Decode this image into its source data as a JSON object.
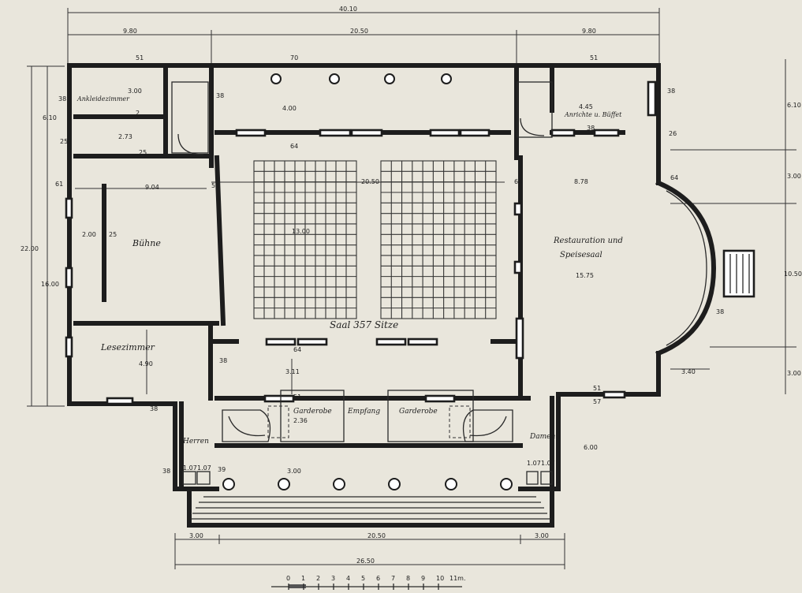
{
  "rooms": {
    "buehne": "Bühne",
    "lesezimmer": "Lesezimmer",
    "ankleide": "Ankleidezimmer",
    "saal": "Saal 357 Sitze",
    "restauration_1": "Restauration und",
    "restauration_2": "Speisesaal",
    "anrichte": "Anrichte u. Büffet",
    "garderobe_l": "Garderobe",
    "garderobe_r": "Garderobe",
    "empfang": "Empfang",
    "herren": "Herren",
    "damen": "Damen"
  },
  "dims": {
    "top_total": "40.10",
    "top_left": "9.80",
    "top_mid": "20.50",
    "top_right": "9.80",
    "left_total": "22.00",
    "left_inner": "16.00",
    "left_top": "6.10",
    "right_top": "6.10",
    "right_mid": "3.00",
    "right_apse": "10.50",
    "right_bottom": "3.00",
    "bottom_total": "26.50",
    "bottom_left": "3.00",
    "bottom_mid": "20.50",
    "bottom_right": "3.00",
    "foyer_depth": "4.00",
    "saal_len": "20.50",
    "saal_block": "13.00",
    "buehne_w": "9.04",
    "buehne_d": "2.00",
    "lese_d": "4.90",
    "resto_w": "8.78",
    "resto_d": "15.75",
    "anrichte_d": "4.45",
    "apse_d": "3.40",
    "garderobe_d": "2.36",
    "entry_h": "6.00",
    "vest": "3.00",
    "n38a": "38",
    "n38b": "38",
    "n38c": "38",
    "n38d": "38",
    "n38e": "38",
    "n38f": "38",
    "n38g": "38",
    "n51a": "51",
    "n51b": "51",
    "n51c": "51",
    "n51d": "51",
    "n51e": "51",
    "n61": "61",
    "n64a": "64",
    "n64b": "64",
    "n64c": "64",
    "n64d": "64",
    "n70": "70",
    "n25a": "25",
    "n25b": "25",
    "n25c": "25",
    "n2": "2",
    "n273": "2.73",
    "n300": "3.00",
    "n311": "3.11",
    "n107a": "1.07",
    "n107b": "1.07",
    "n107c": "1.07",
    "n107d": "1.07",
    "n39": "39",
    "n38h": "38",
    "n57": "57",
    "n26": "26"
  },
  "scale": {
    "ticks": [
      "0",
      "1",
      "2",
      "3",
      "4",
      "5",
      "6",
      "7",
      "8",
      "9",
      "10"
    ],
    "unit": "11m."
  }
}
